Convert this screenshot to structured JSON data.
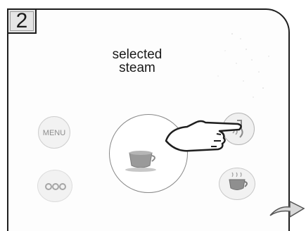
{
  "step": {
    "number": "2"
  },
  "title": {
    "line1": "selected",
    "line2": "steam"
  },
  "menu_button": {
    "label": "MENU"
  },
  "dots_button": {
    "label": "000"
  },
  "icons": {
    "step_badge": "number-2-box",
    "menu": "menu-button",
    "dots": "three-dots-icon",
    "center_cup": "coffee-cup-icon",
    "steam": "steam-wand-icon",
    "cup_small": "small-cup-icon",
    "hand": "pointing-hand-icon",
    "arrow": "next-page-arrow-icon"
  },
  "colors": {
    "line": "#1e1e1e",
    "button_fill": "#f2f2f2",
    "cup_fill": "#9a9a9a"
  }
}
